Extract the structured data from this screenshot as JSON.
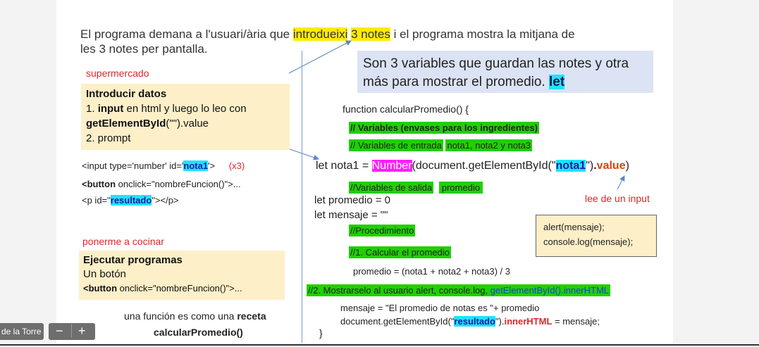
{
  "heading": {
    "line1_pre": "El programa demana a l'usuari/ària que ",
    "hl1": "introdueixi",
    "sp": " ",
    "hl2": "3 notes",
    "line1_post": " i el programa mostra la mitjana de",
    "line2": "les 3 notes per pantalla."
  },
  "callout_top": {
    "line1": "Son 3 variables que guardan las notes y otra",
    "line2_pre": "más para mostrar el promedio. ",
    "keyword": "let"
  },
  "left": {
    "label_super": "supermercado",
    "input_box": {
      "title": "Introducir datos",
      "l1_pre": "1. ",
      "l1_bold": "input",
      "l1_post": " en html y luego lo leo con",
      "l2_bold": "getElementById",
      "l2_post": "(\"\").value",
      "l3": "2. prompt"
    },
    "code1_pre": "<input type='number' id='",
    "code1_hl": "nota1",
    "code1_post": "'>",
    "code1_mult": "(x3)",
    "code2_bold": "<button",
    "code2_post": " onclick=\"nombreFuncion()\">...",
    "code3_pre": "<p id=\"",
    "code3_hl": "resultado",
    "code3_post": "\"></p>",
    "label_cook": "ponerme a cocinar",
    "exec_box": {
      "title": "Ejecutar programas",
      "l1": "Un botón",
      "l2_bold": "<button",
      "l2_post": " onclick=\"nombreFuncion()\">..."
    },
    "recipe_pre": "una función es como una ",
    "recipe_bold": "receta",
    "recipe_fn": "calcularPromedio()"
  },
  "right": {
    "fn_open": "function calcularPromedio() {",
    "c_vars": "// Variables (envases para los ingredientes)",
    "c_in": "// Variables de entrada",
    "c_in_names": "nota1, nota2 y nota3",
    "let1_pre": "let nota1 = ",
    "let1_num": "Number",
    "let1_mid": "(document.getElementById(\"",
    "let1_id": "nota1",
    "let1_q": "\")",
    "let1_dot": ".",
    "let1_val": "value",
    "let1_end": ")",
    "c_out": "//Variables de salida",
    "c_out_name": "promedio",
    "let2": "let promedio = 0",
    "let3": "let mensaje = \"\"",
    "c_proc": "//Procedimiento",
    "c_step1": "//1. Calcular el promedio",
    "calc": "promedio = (nota1 + nota2 + nota3) / 3",
    "c_step2_pre": "//2. Mostrarselo al usuario alert, console.log, ",
    "c_step2_blue": "getElementById().innerHTML",
    "msg": "mensaje = \"El promedio de notas es \"+ promedio",
    "dom_pre": "document.getElementById(\"",
    "dom_id": "resultado",
    "dom_mid": "\").",
    "dom_inner": "innerHTML",
    "dom_post": " = mensaje;",
    "fn_close": "}",
    "reads_input": "lee de un input",
    "alert_box": {
      "l1": "alert(mensaje);",
      "l2": "console.log(mensaje);"
    }
  },
  "ui": {
    "author": "de la Torre",
    "zoom_minus": "−",
    "zoom_plus": "+"
  },
  "colors": {
    "yellow_box": "#fdefc8",
    "blue_box": "#dbe3f4",
    "highlight_yellow": "#ffeb00",
    "highlight_cyan": "#1ee3ff",
    "highlight_green": "#20d000",
    "highlight_magenta": "#ff1fff",
    "red_text": "#e0262a"
  }
}
